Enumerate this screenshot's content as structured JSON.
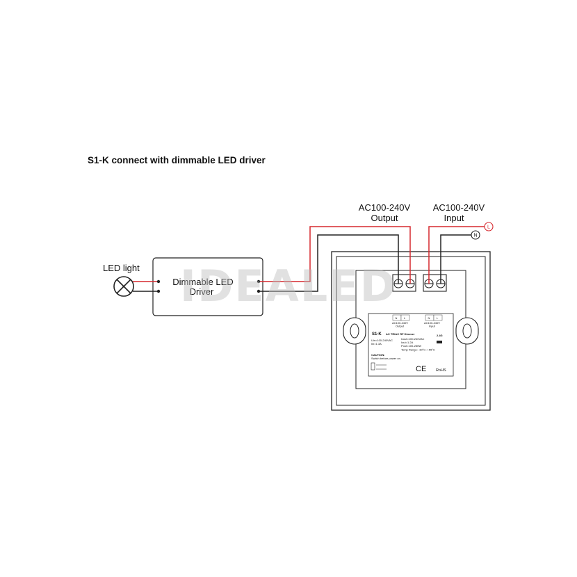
{
  "title": "S1-K connect with dimmable LED driver",
  "led_light": {
    "label": "LED light"
  },
  "driver": {
    "line1": "Dimmable LED",
    "line2": "Driver"
  },
  "output": {
    "line1": "AC100-240V",
    "line2": "Output"
  },
  "input": {
    "line1": "AC100-240V",
    "line2": "Input"
  },
  "terminals": {
    "L": "L",
    "N": "N"
  },
  "watermark": "IDEALED",
  "label_plate": {
    "out_n": "N",
    "out_l": "L",
    "in_n": "N",
    "in_l": "L",
    "out_caption_1": "AC100-240V",
    "out_caption_2": "Output",
    "in_caption_1": "AC100-240V",
    "in_caption_2": "Input",
    "model": "S1-K",
    "product": "AC TRIAC RF Dimmer",
    "uin": "Uin=100-240VAC",
    "iin": "Iin=1.3A",
    "uout": "Uout=100-240VAC",
    "iout": "Iout=1.2A",
    "pout": "Pout=100-280W",
    "temp": "Temp Range: -30°C~+55°C",
    "rf": "2.4G",
    "caution": "CAUTION:",
    "caution_text": "Switch before power on.",
    "ce": "CE",
    "rohs": "RoHS"
  },
  "colors": {
    "wire_red": "#d6282e",
    "wire_black": "#222222"
  }
}
